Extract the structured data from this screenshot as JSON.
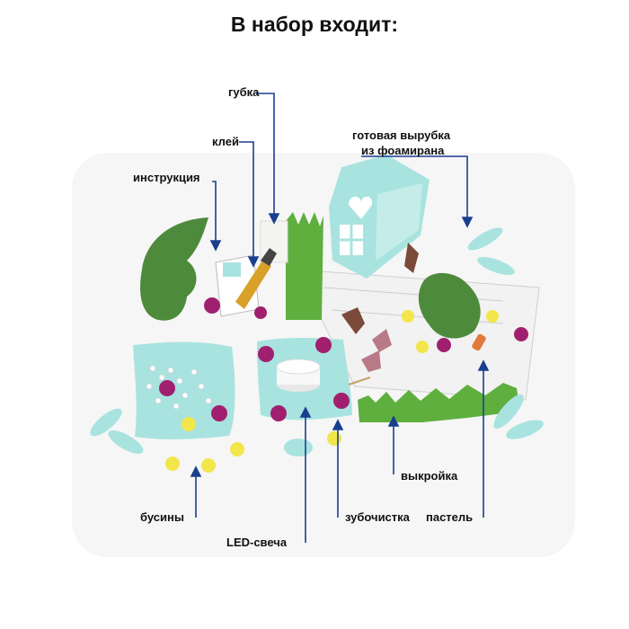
{
  "title": "В набор входит:",
  "labels": {
    "sponge": "губка",
    "glue": "клей",
    "instructions": "инструкция",
    "cutout_line1": "готовая вырубка",
    "cutout_line2": "из фоамирана",
    "pattern": "выкройка",
    "beads": "бусины",
    "toothpick": "зубочистка",
    "pastel": "пастель",
    "led_candle": "LED-свеча"
  },
  "colors": {
    "text": "#111111",
    "leader_line": "#1a3f8f",
    "mint_foam": "#a9e3df",
    "leaf_green": "#4e8a3c",
    "glitter_green": "#5faf3e",
    "magenta_flower": "#a0206f",
    "yellow_flower": "#f2e64a",
    "brown_cutout": "#7b4a3a",
    "pink_butterfly": "#b87a86"
  }
}
